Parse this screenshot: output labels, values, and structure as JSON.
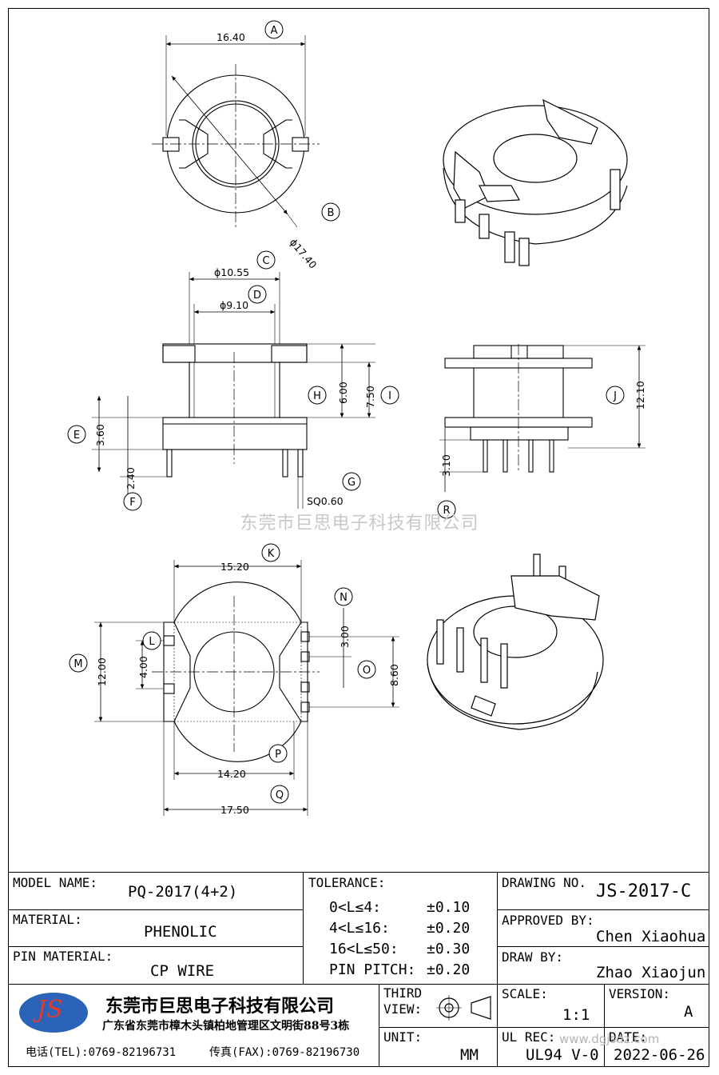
{
  "watermark": "东莞市巨思电子科技有限公司",
  "watermark_url": "www.dgjsdz.com",
  "callouts": {
    "A": "A",
    "B": "B",
    "C": "C",
    "D": "D",
    "E": "E",
    "F": "F",
    "G": "G",
    "H": "H",
    "I": "I",
    "J": "J",
    "K": "K",
    "L": "L",
    "M": "M",
    "N": "N",
    "O": "O",
    "P": "P",
    "Q": "Q",
    "R": "R"
  },
  "dimensions": {
    "A": "16.40",
    "B": "ϕ17.40",
    "C": "ϕ10.55",
    "D": "ϕ9.10",
    "E": "3.60",
    "F": "2.40",
    "G": "SQ0.60",
    "H": "6.00",
    "I": "7.50",
    "J": "12.10",
    "K": "15.20",
    "L": "4.00",
    "M": "12.00",
    "N": "3.00",
    "O": "8.60",
    "P": "14.20",
    "Q": "17.50",
    "R": "3.10"
  },
  "title_block": {
    "model_name_label": "MODEL NAME:",
    "model_name": "PQ-2017(4+2)",
    "material_label": "MATERIAL:",
    "material": "PHENOLIC",
    "pin_material_label": "PIN MATERIAL:",
    "pin_material": "CP WIRE",
    "tolerance_label": "TOLERANCE:",
    "tolerances": [
      {
        "range": "0<L≤4:",
        "value": "±0.10"
      },
      {
        "range": "4<L≤16:",
        "value": "±0.20"
      },
      {
        "range": "16<L≤50:",
        "value": "±0.30"
      },
      {
        "range": "PIN PITCH:",
        "value": "±0.20"
      }
    ],
    "drawing_no_label": "DRAWING NO.",
    "drawing_no": "JS-2017-C",
    "approved_by_label": "APPROVED BY:",
    "approved_by": "Chen Xiaohua",
    "draw_by_label": "DRAW BY:",
    "draw_by": "Zhao Xiaojun",
    "logo_text": "JS",
    "company_name": "东莞市巨思电子科技有限公司",
    "company_address": "广东省东莞市樟木头镇柏地管理区文明街88号3栋",
    "tel": "电话(TEL):0769-82196731",
    "fax": "传真(FAX):0769-82196730",
    "third_view_label": "THIRD\nVIEW:",
    "scale_label": "SCALE:",
    "scale": "1:1",
    "version_label": "VERSION:",
    "version": "A",
    "unit_label": "UNIT:",
    "unit": "MM",
    "ul_rec_label": "UL REC:",
    "ul_rec": "UL94 V-0",
    "date_label": "DATE:",
    "date": "2022-06-26"
  },
  "colors": {
    "line": "#000000",
    "watermark": "#c8c8c8",
    "logo_blue": "#2b63b8",
    "logo_text": "#e23b2e"
  }
}
